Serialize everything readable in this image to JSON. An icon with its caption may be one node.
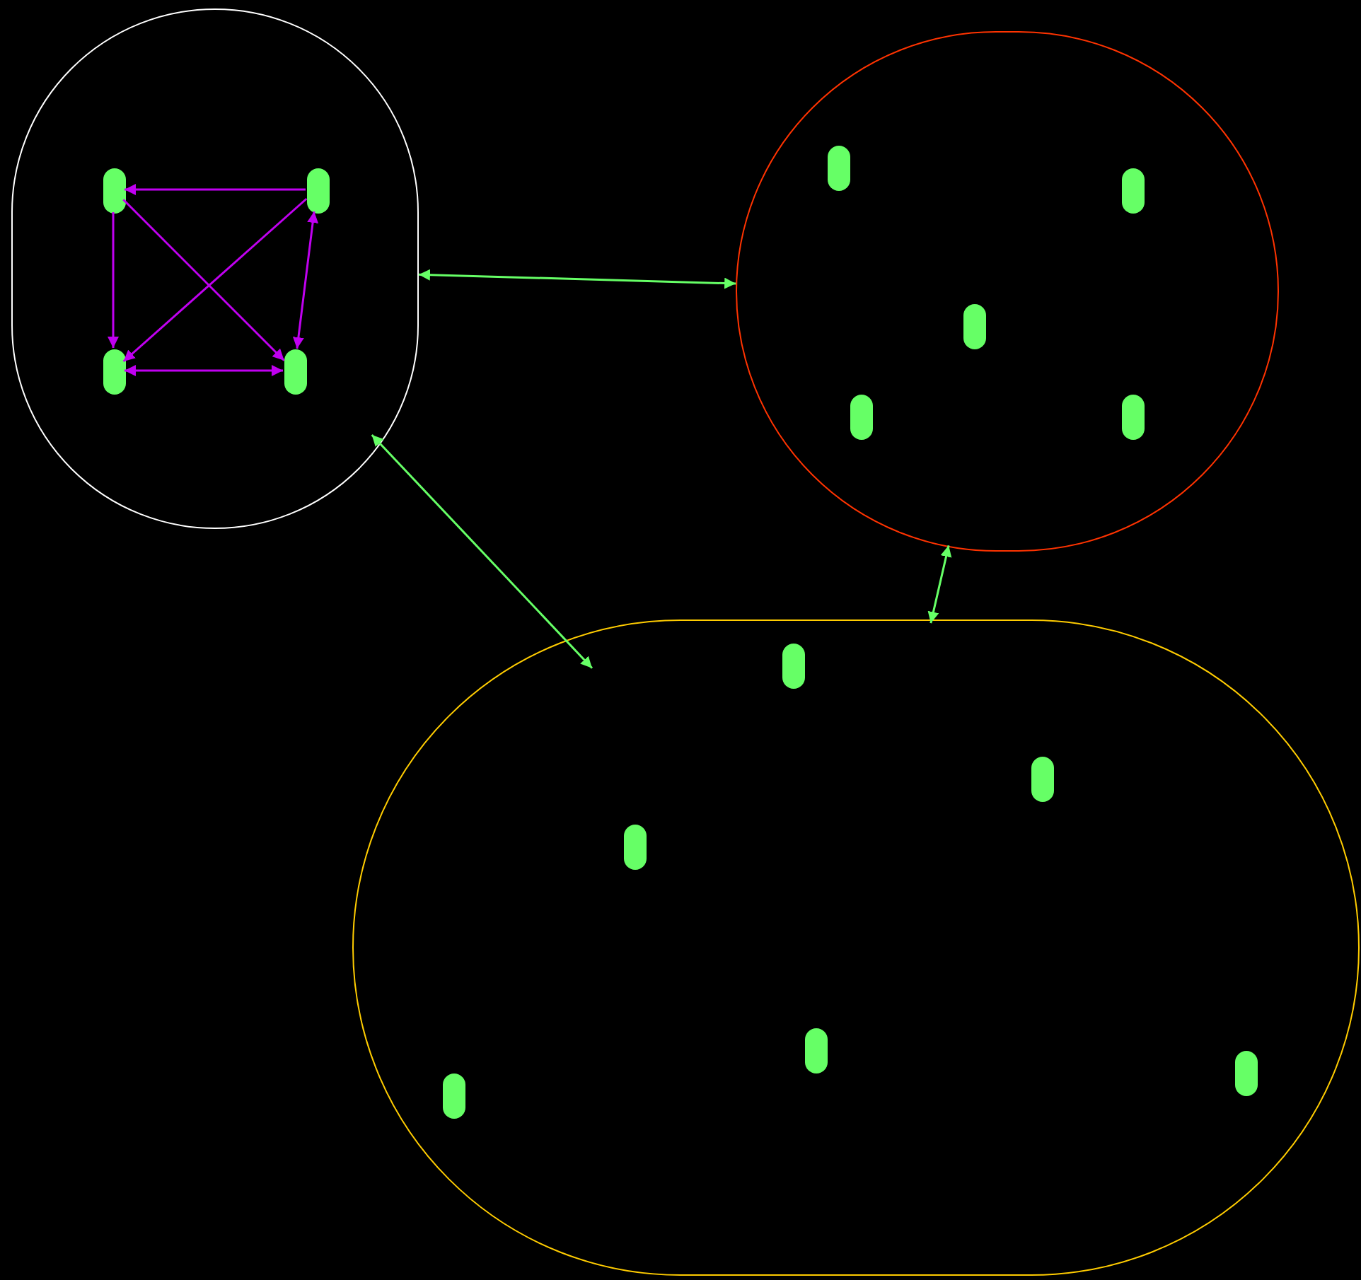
{
  "diagram": {
    "nodes": [
      {
        "text": [],
        "shape": "circle"
      },
      {
        "text": [],
        "shape": "circle",
        "in": 0
      },
      {
        "text": [],
        "shape": "circle",
        "in": 0
      },
      {
        "text": [],
        "shape": "circle",
        "in": 0
      },
      {
        "text": [],
        "shape": "circle",
        "in": 0
      },
      {
        "text": [],
        "shape": "circle"
      },
      {
        "text": [],
        "shape": "circle",
        "in": 5
      },
      {
        "text": [],
        "shape": "circle",
        "in": 5
      },
      {
        "text": [],
        "shape": "circle",
        "in": 5
      },
      {
        "text": [],
        "shape": "circle",
        "in": 5
      },
      {
        "text": [],
        "shape": "circle",
        "in": 5
      },
      {
        "text": [],
        "shape": "circle"
      },
      {
        "text": [],
        "shape": "circle",
        "in": 11
      },
      {
        "text": [],
        "shape": "circle",
        "in": 11
      },
      {
        "text": [],
        "shape": "circle",
        "in": 11
      },
      {
        "text": [],
        "shape": "circle",
        "in": 11
      },
      {
        "text": [],
        "shape": "circle",
        "in": 11
      },
      {
        "text": [],
        "shape": "circle",
        "in": 11
      }
    ],
    "edges": [
      {
        "from": 2,
        "to": 1,
        "arrow": "to"
      },
      {
        "from": 1,
        "to": 3,
        "arrow": "to"
      },
      {
        "from": 1,
        "to": 4,
        "arrow": "to"
      },
      {
        "from": 2,
        "to": 3,
        "arrow": "to"
      },
      {
        "from": 2,
        "to": 4,
        "arrow": "both"
      },
      {
        "from": 3,
        "to": 4,
        "arrow": "both"
      },
      {
        "from": 0,
        "to": 5,
        "arrow": "both",
        "color": "#66ff66"
      },
      {
        "from": 0,
        "to": 11,
        "arrow": "both",
        "color": "#66ff66"
      },
      {
        "from": 11,
        "to": 5,
        "arrow": "both",
        "color": "#66ff66"
      }
    ]
  }
}
